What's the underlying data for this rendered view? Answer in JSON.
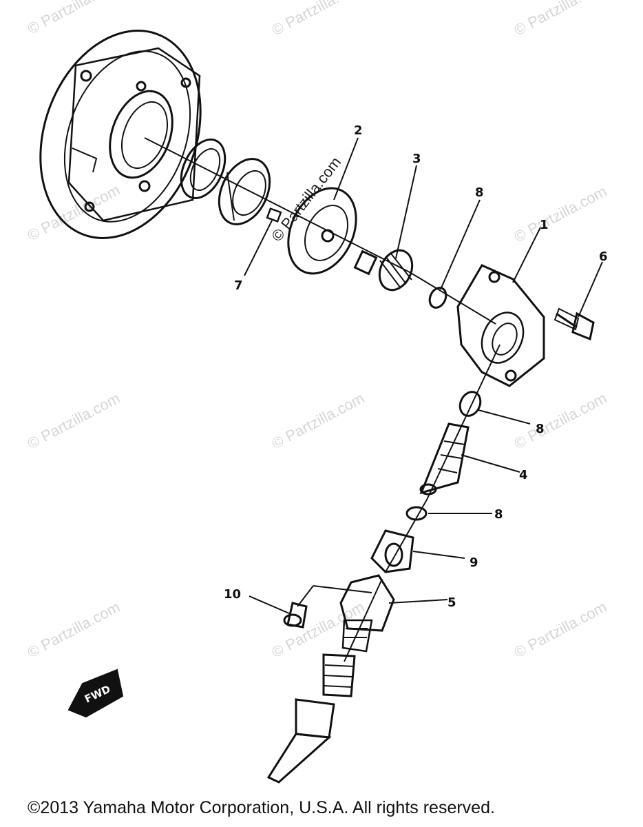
{
  "diagram": {
    "callouts": [
      {
        "id": "1",
        "label": "1"
      },
      {
        "id": "2",
        "label": "2"
      },
      {
        "id": "3",
        "label": "3"
      },
      {
        "id": "4",
        "label": "4"
      },
      {
        "id": "5",
        "label": "5"
      },
      {
        "id": "6",
        "label": "6"
      },
      {
        "id": "7",
        "label": "7"
      },
      {
        "id": "8a",
        "label": "8"
      },
      {
        "id": "8b",
        "label": "8"
      },
      {
        "id": "8c",
        "label": "8"
      },
      {
        "id": "9",
        "label": "9"
      },
      {
        "id": "10",
        "label": "10"
      }
    ],
    "fwd_label": "FWD"
  },
  "watermark": {
    "text": "© Partzilla.com"
  },
  "footer": {
    "copyright": "©2013  Yamaha Motor Corporation, U.S.A. All rights reserved."
  }
}
